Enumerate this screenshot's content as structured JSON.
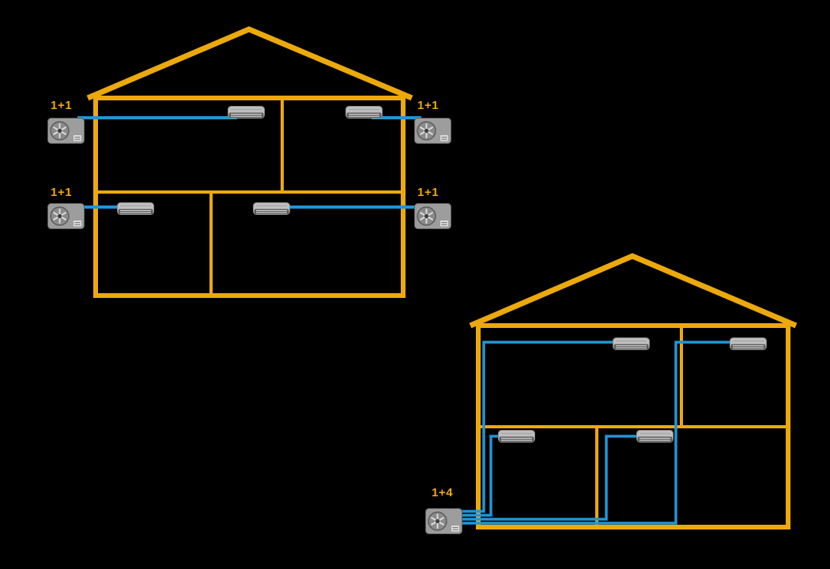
{
  "diagram": {
    "type": "hvac-split-system-comparison-diagram",
    "colors": {
      "background": "#000000",
      "house_outline": "#ECA90B",
      "pipe": "#2095D5",
      "label_text": "#ECA90B",
      "unit_body": "#9D9D9D",
      "unit_dark": "#5E5E5E",
      "unit_light": "#DCDCDC"
    },
    "icons": {
      "outdoor_unit": "outdoor-condenser-fan-icon",
      "indoor_unit": "wall-mounted-ac-icon"
    },
    "houses": [
      {
        "side": "left",
        "floors": 2,
        "rooms": 4,
        "indoor_unit_count": 4,
        "outdoor_unit_count": 4,
        "outdoor_unit_labels": [
          "1+1",
          "1+1",
          "1+1",
          "1+1"
        ]
      },
      {
        "side": "right",
        "floors": 2,
        "rooms": 4,
        "indoor_unit_count": 4,
        "outdoor_unit_count": 1,
        "outdoor_unit_labels": [
          "1+4"
        ]
      }
    ]
  }
}
